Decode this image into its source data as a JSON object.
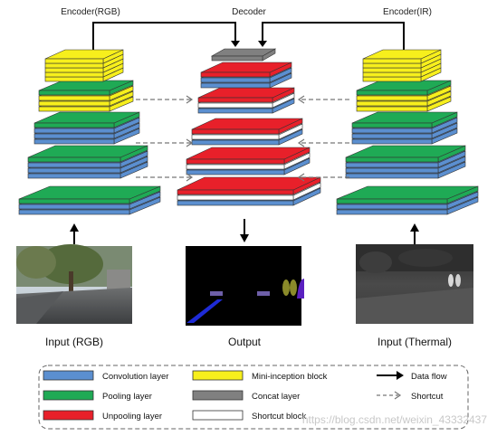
{
  "titles": {
    "encoder_rgb": "Encoder(RGB)",
    "decoder": "Decoder",
    "encoder_ir": "Encoder(IR)"
  },
  "inputs": {
    "rgb": "Input (RGB)",
    "output": "Output",
    "thermal": "Input (Thermal)"
  },
  "legend": {
    "items": [
      {
        "label": "Convolution layer",
        "color": "#5b8fd0",
        "kind": "swatch"
      },
      {
        "label": "Pooling layer",
        "color": "#1faa55",
        "kind": "swatch"
      },
      {
        "label": "Unpooling layer",
        "color": "#e8202a",
        "kind": "swatch"
      },
      {
        "label": "Mini-inception block",
        "color": "#f7ef1c",
        "kind": "swatch"
      },
      {
        "label": "Concat layer",
        "color": "#808080",
        "kind": "swatch"
      },
      {
        "label": "Shortcut block",
        "color": "#ffffff",
        "kind": "swatch"
      },
      {
        "label": "Data flow",
        "kind": "solid-arrow"
      },
      {
        "label": "Shortcut",
        "kind": "dashed-arrow"
      }
    ]
  },
  "watermark": "https://blog.csdn.net/weixin_43332437",
  "colors": {
    "convolution": "#5b8fd0",
    "pooling": "#1faa55",
    "unpooling": "#e8202a",
    "inception": "#f7ef1c",
    "concat": "#808080",
    "shortcut_block": "#ffffff"
  }
}
